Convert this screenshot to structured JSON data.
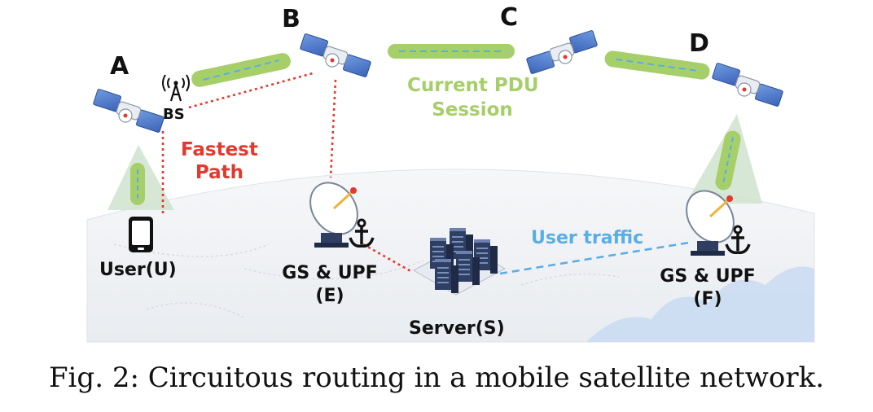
{
  "nodes": {
    "A": "A",
    "B": "B",
    "C": "C",
    "D": "D"
  },
  "labels": {
    "bs": "BS",
    "fastest_path": [
      "Fastest",
      "Path"
    ],
    "current_pdu_session": [
      "Current PDU",
      "Session"
    ],
    "user_traffic": "User traffic",
    "user": "User(U)",
    "gs_upf_e": [
      "GS & UPF",
      "(E)"
    ],
    "gs_upf_f": [
      "GS & UPF",
      "(F)"
    ],
    "server": "Server(S)"
  },
  "caption": "Fig. 2: Circuitous routing in a mobile satellite network.",
  "colors": {
    "fastest_path": "#e23a2f",
    "pdu_session": "#a6cf6a",
    "user_traffic": "#5aaee6",
    "satellite_panel": "#4f7fd0",
    "beam": "#cfe3cf",
    "map_land": "#eef0f3",
    "map_water": "#cbdcf2"
  }
}
